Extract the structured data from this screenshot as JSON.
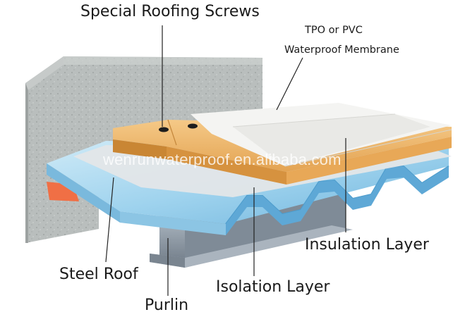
{
  "labels": {
    "screws": "Special Roofing Screws",
    "membrane_line1": "TPO or PVC",
    "membrane_line2": "Waterproof Membrane",
    "insulation": "Insulation Layer",
    "steel_roof": "Steel Roof",
    "isolation": "Isolation Layer",
    "purlin": "Purlin"
  },
  "watermark": "wenrunwaterproof.en.alibaba.com",
  "colors": {
    "concrete": "#b9bebd",
    "insulation": "#f0b86a",
    "membrane": "#f1f1ee",
    "steel_deck": "#a7d7ef",
    "purlin": "#8b98a5",
    "leader_line": "#222222"
  }
}
